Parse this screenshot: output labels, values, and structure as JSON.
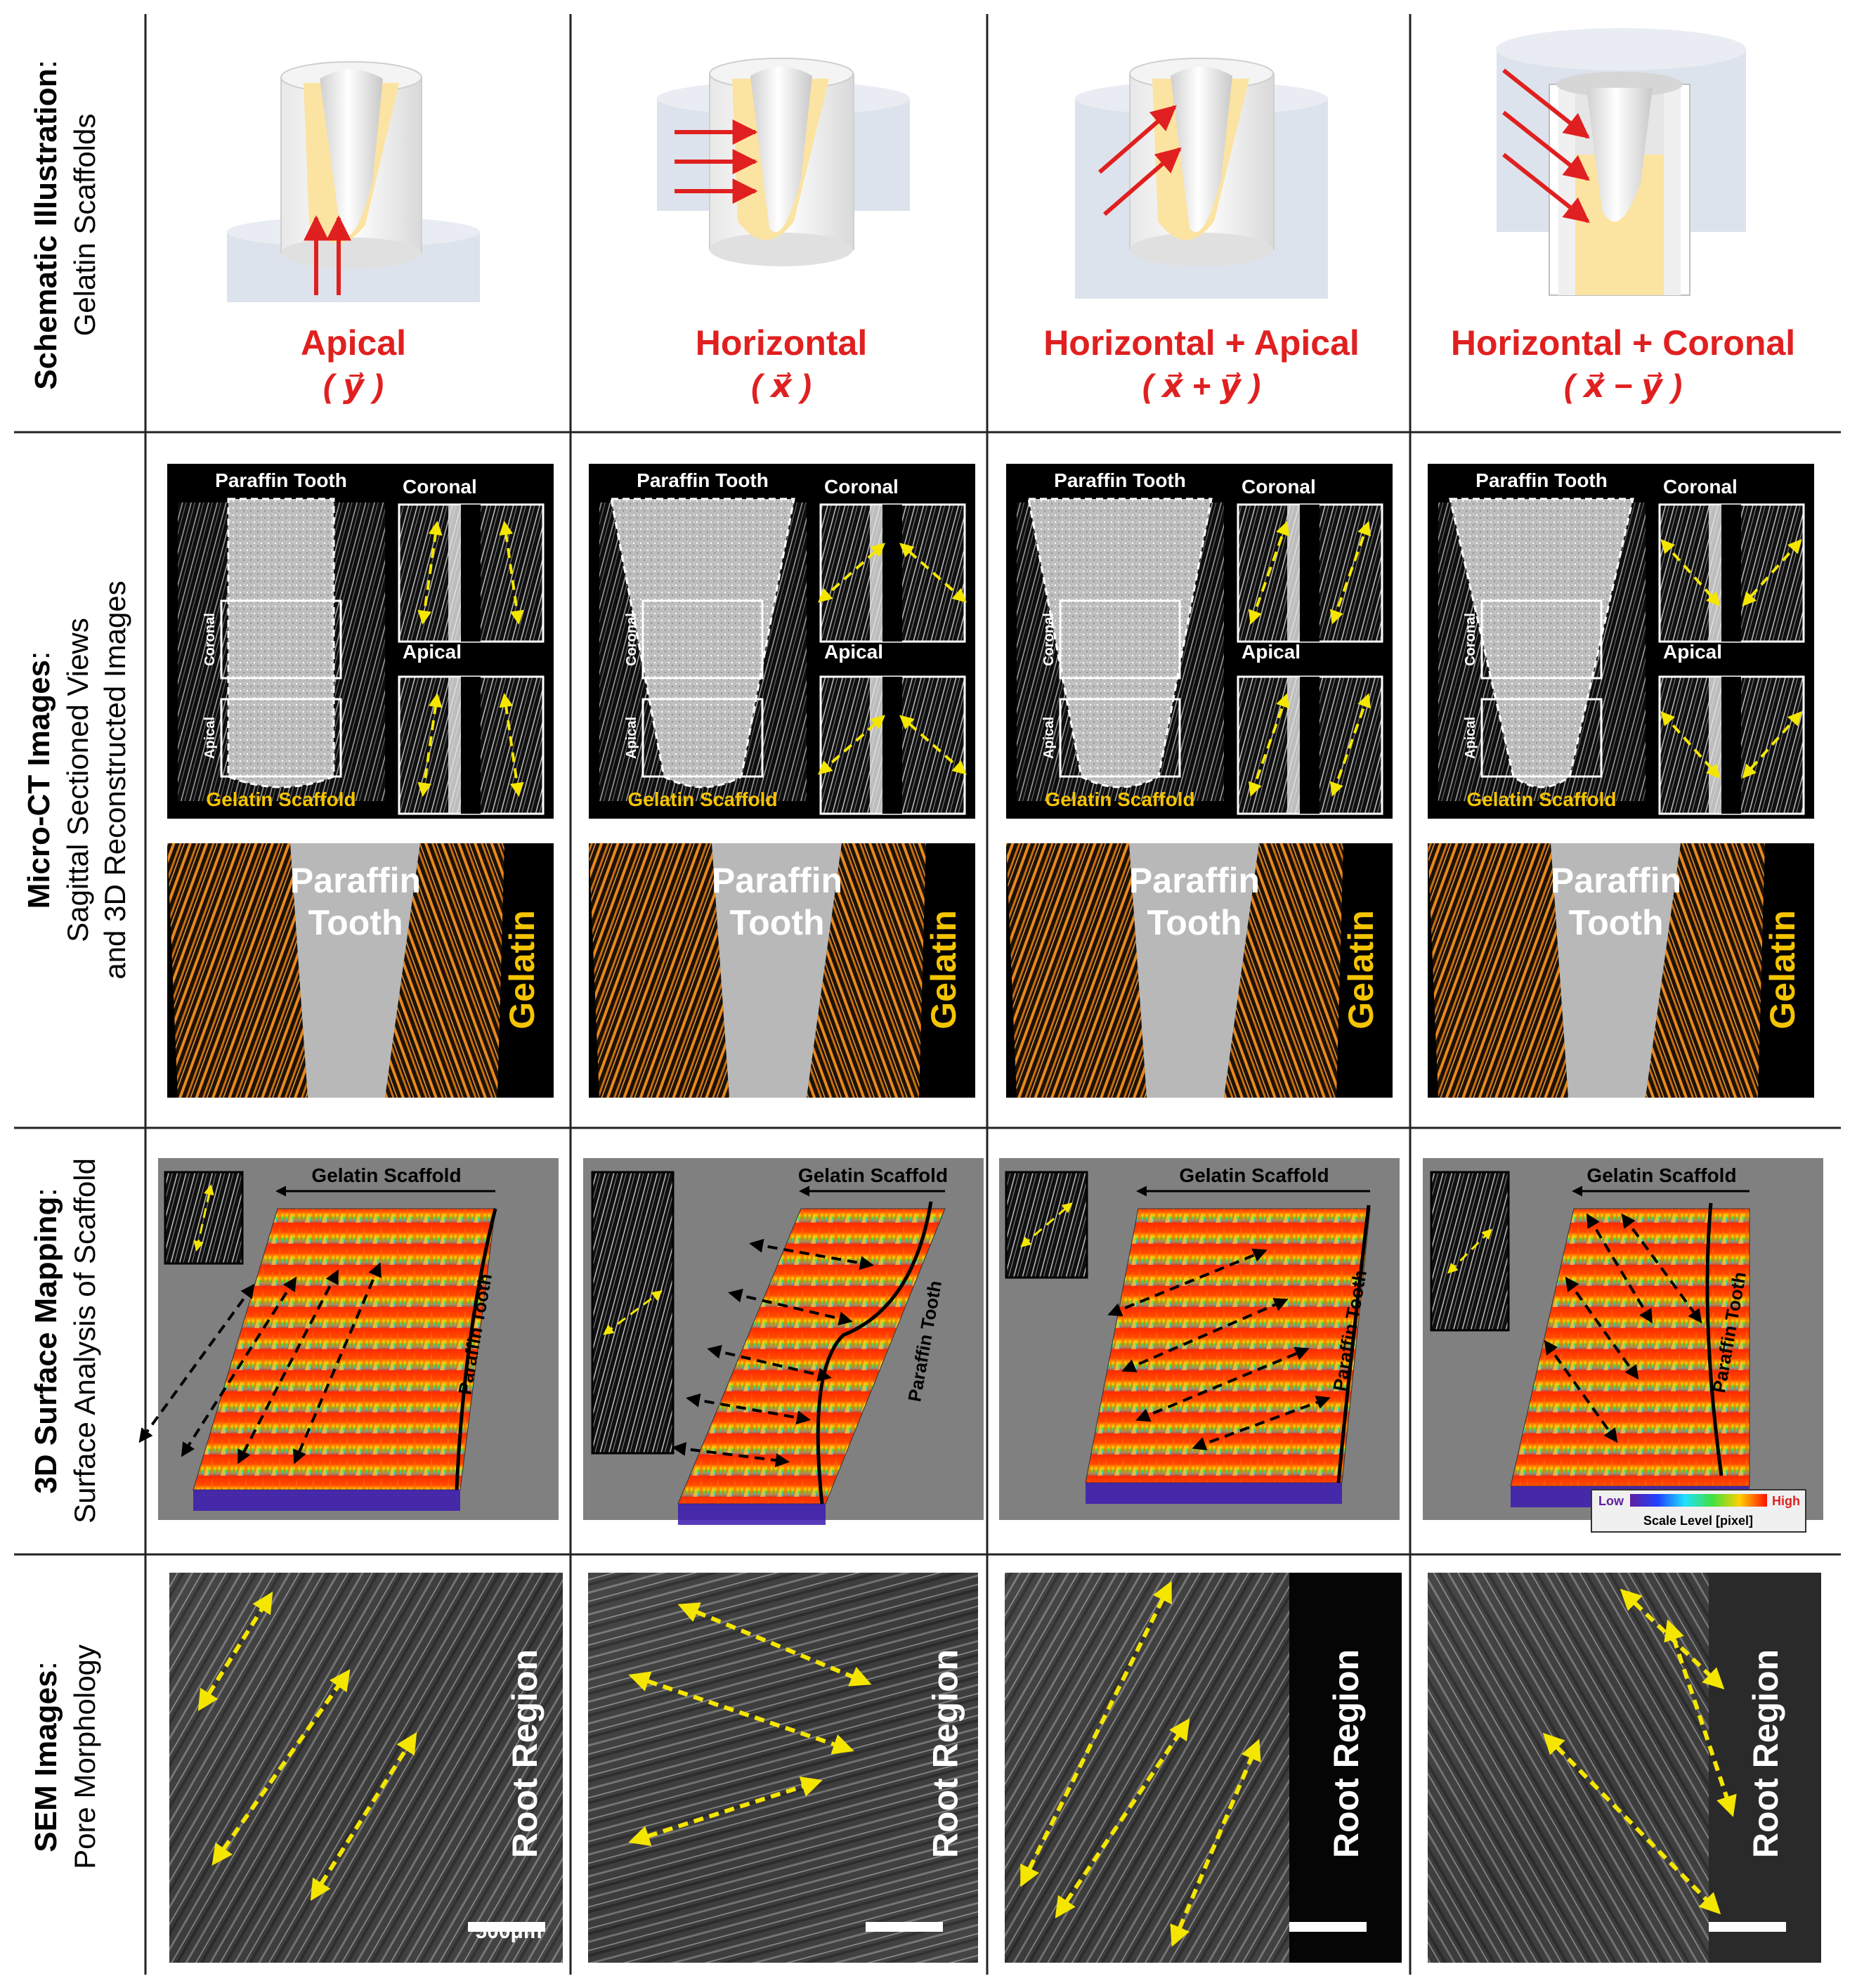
{
  "rows": [
    {
      "title": "Schematic Illustration",
      "subtitle": "Gelatin Scaffolds"
    },
    {
      "title": "Micro-CT Images",
      "subtitle": "Sagittal Sectioned Views",
      "subtitle2": "and 3D Reconstructed Images"
    },
    {
      "title": "3D Surface Mapping",
      "subtitle": "Surface Analysis of Scaffold"
    },
    {
      "title": "SEM Images",
      "subtitle": "Pore Morphology"
    }
  ],
  "columns": [
    {
      "name": "Apical",
      "vector": "( y⃗ )"
    },
    {
      "name": "Horizontal",
      "vector": "( x⃗ )"
    },
    {
      "name": "Horizontal + Apical",
      "vector": "( x⃗ + y⃗ )"
    },
    {
      "name": "Horizontal + Coronal",
      "vector": "( x⃗ − y⃗ )"
    }
  ],
  "microct": {
    "paraffin_tooth": "Paraffin Tooth",
    "gelatin_scaffold": "Gelatin Scaffold",
    "coronal": "Coronal",
    "apical": "Apical",
    "paraffin": "Paraffin",
    "tooth": "Tooth",
    "gelatin": "Gelatin"
  },
  "surface": {
    "gelatin_scaffold": "Gelatin Scaffold",
    "paraffin_tooth": "Paraffin Tooth",
    "legend_low": "Low",
    "legend_high": "High",
    "legend_caption": "Scale  Level  [pixel]"
  },
  "sem": {
    "root_region": "Root Region",
    "scale_bar": "500μm"
  },
  "colors": {
    "accent_red": "#e02020",
    "gelatin_orange": "#e8891c",
    "label_yellow": "#f5c400",
    "schematic_pulp": "#fbe3a1",
    "schematic_base": "#dde3ec",
    "surface_bg": "#808080"
  }
}
